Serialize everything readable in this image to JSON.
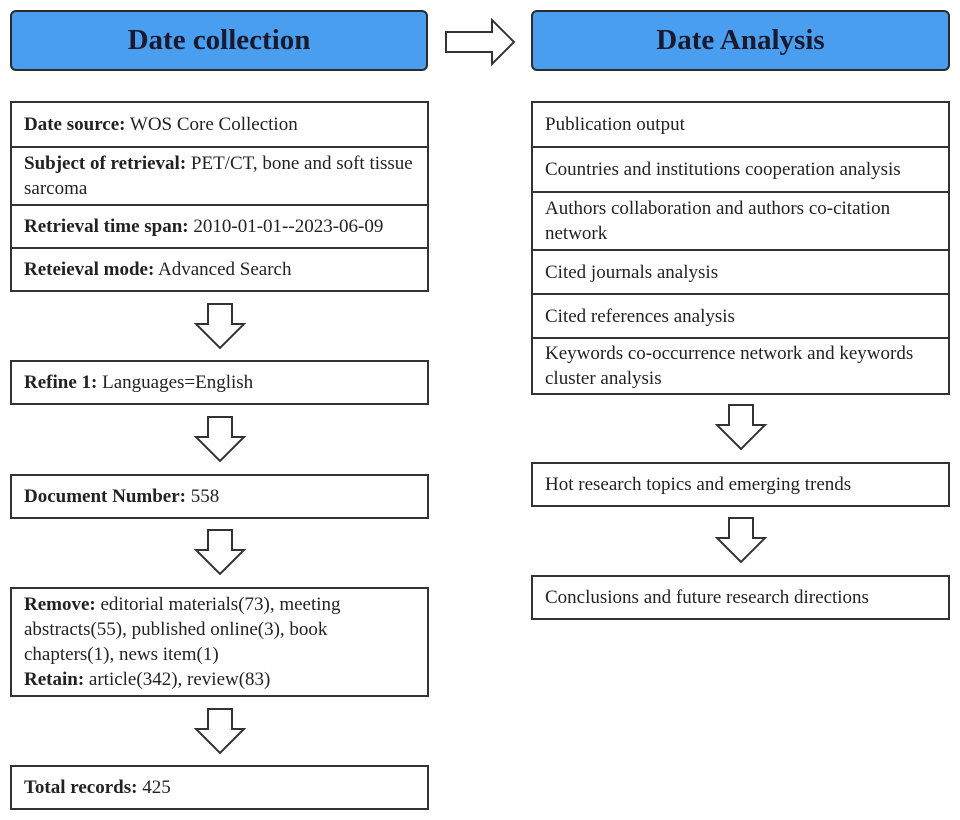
{
  "headers": {
    "left": "Date collection",
    "right": "Date Analysis"
  },
  "left_stack": [
    {
      "label": "Date source:",
      "text": " WOS Core Collection"
    },
    {
      "label": "Subject of retrieval:",
      "text": " PET/CT, bone and soft tissue sarcoma"
    },
    {
      "label": "Retrieval time span:",
      "text": " 2010-01-01--2023-06-09"
    },
    {
      "label": "Reteieval mode:",
      "text": " Advanced Search"
    }
  ],
  "refine": {
    "label": "Refine 1:",
    "text": " Languages=English"
  },
  "document_number": {
    "label": "Document Number:",
    "text": " 558"
  },
  "remove_retain": {
    "remove_label": "Remove:",
    "remove_text": " editorial materials(73), meeting abstracts(55), published online(3), book chapters(1), news item(1)",
    "retain_label": "Retain:",
    "retain_text": " article(342), review(83)"
  },
  "total": {
    "label": "Total records:",
    "text": " 425"
  },
  "right_stack": [
    "Publication output",
    "Countries and institutions cooperation analysis",
    "Authors collaboration and authors co-citation network",
    "Cited journals analysis",
    "Cited references analysis",
    "Keywords co-occurrence network and keywords cluster analysis"
  ],
  "hot_topics": "Hot research topics and emerging trends",
  "conclusions": "Conclusions and future research directions"
}
